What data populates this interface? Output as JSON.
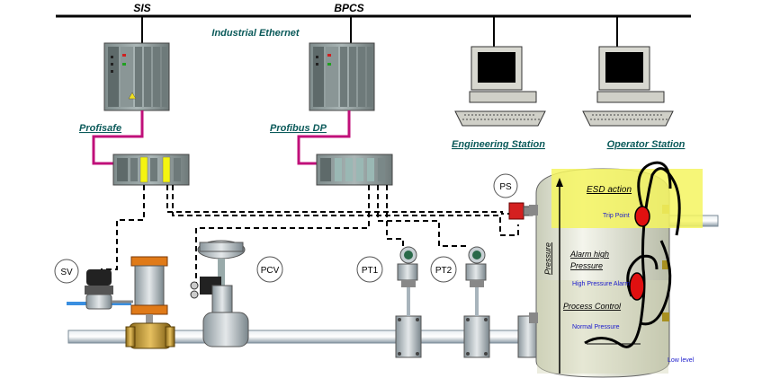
{
  "network": {
    "sis_label": "SIS",
    "bpcs_label": "BPCS",
    "ethernet_label": "Industrial Ethernet"
  },
  "links": {
    "profisafe_label": "Profisafe",
    "profibus_label": "Profibus DP"
  },
  "stations": {
    "engineering_label": "Engineering Station",
    "operator_label": "Operator Station"
  },
  "instruments": {
    "sv": "SV",
    "pcv": "PCV",
    "pt1": "PT1",
    "pt2": "PT2",
    "ps": "PS"
  },
  "vessel": {
    "esd_action": "ESD action",
    "trip_point": "Trip Point",
    "alarm_high_line1": "Alarm high",
    "alarm_high_line2": "Pressure",
    "high_pressure_alarm": "High Pressure Alarm",
    "process_control": "Process Control",
    "normal_pressure": "Normal Pressure",
    "low_level": "Low level",
    "pressure_axis": "Pressure"
  },
  "colors": {
    "link_magenta": "#c0107a",
    "text_teal": "#0b5a5a",
    "text_blue": "#1a1acc",
    "esd_yellow": "#f4f460",
    "pipe_blue": "#3a8fe0",
    "alarm_red": "#e01010"
  }
}
